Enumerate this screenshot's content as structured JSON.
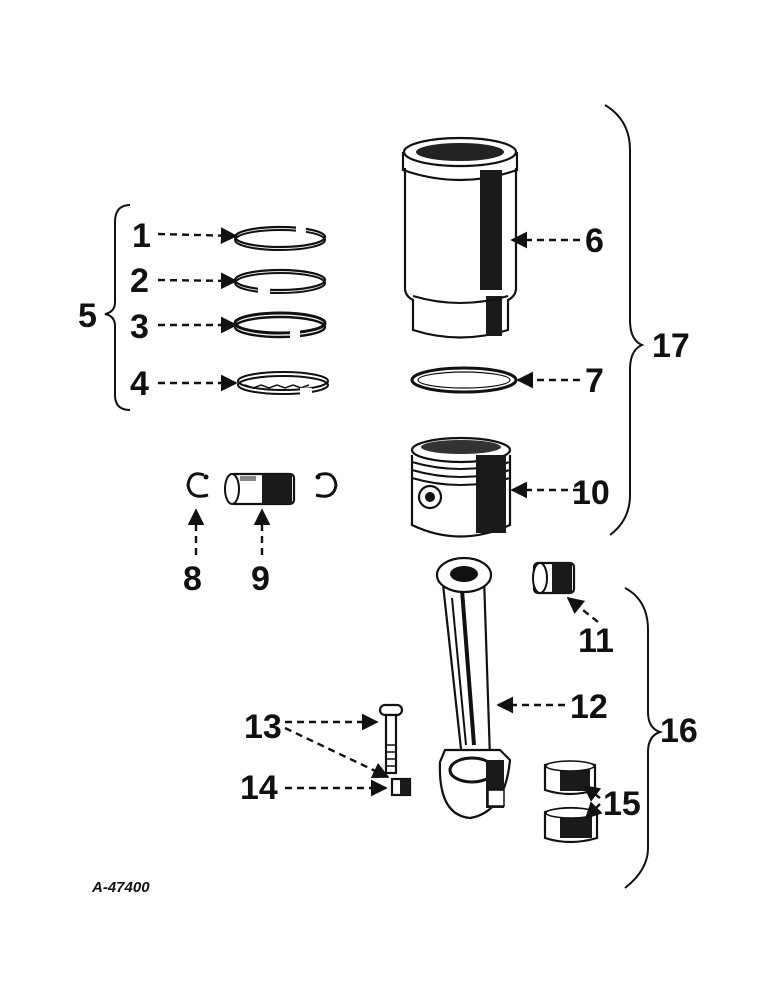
{
  "drawing_code": "A-47400",
  "callouts": {
    "c1": "1",
    "c2": "2",
    "c3": "3",
    "c4": "4",
    "c5": "5",
    "c6": "6",
    "c7": "7",
    "c8": "8",
    "c9": "9",
    "c10": "10",
    "c11": "11",
    "c12": "12",
    "c13": "13",
    "c14": "14",
    "c15": "15",
    "c16": "16",
    "c17": "17"
  }
}
